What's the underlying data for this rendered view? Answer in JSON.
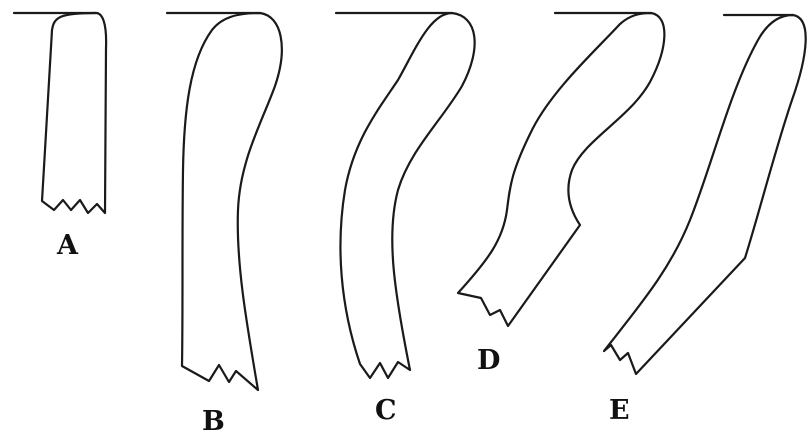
{
  "figures": [
    {
      "id": "A",
      "label": "A"
    },
    {
      "id": "B",
      "label": "B"
    },
    {
      "id": "C",
      "label": "C"
    },
    {
      "id": "D",
      "label": "D"
    },
    {
      "id": "E",
      "label": "E"
    }
  ],
  "colors": {
    "stroke": "#1a1a1a",
    "background": "#ffffff",
    "label": "#111111"
  }
}
